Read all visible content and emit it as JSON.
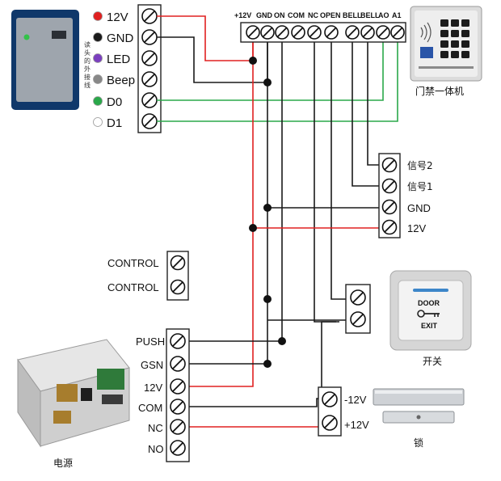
{
  "reader": {
    "pins": [
      {
        "label": "12V",
        "color": "#e02020"
      },
      {
        "label": "GND",
        "color": "#1a1a1a"
      },
      {
        "label": "LED",
        "color": "#7b3fbf"
      },
      {
        "label": "Beep",
        "color": "#888888"
      },
      {
        "label": "D0",
        "color": "#2aa84a"
      },
      {
        "label": "D1",
        "color": "#ffffff"
      }
    ],
    "side_note": "读头的外接线"
  },
  "controller": {
    "terminals": [
      "+12V",
      "GND",
      "ON",
      "COM",
      "NC",
      "OPEN",
      "BELL",
      "BELL",
      "AO",
      "A1"
    ],
    "caption": "门禁一体机"
  },
  "doorbell": {
    "labels": [
      "信号2",
      "信号1",
      "GND",
      "12V"
    ]
  },
  "control_block": {
    "labels": [
      "CONTROL",
      "CONTROL"
    ]
  },
  "power_block": {
    "labels": [
      "PUSH",
      "GSN",
      "12V",
      "COM",
      "NC",
      "NO"
    ],
    "caption": "电源"
  },
  "exit_button": {
    "caption": "开关",
    "face_line1": "DOOR",
    "face_line2": "EXIT"
  },
  "lock": {
    "labels": [
      "-12V",
      "+12V"
    ],
    "caption": "锁"
  },
  "colors": {
    "red_wire": "#e02020",
    "black_wire": "#1a1a1a",
    "green_wire": "#2aa84a",
    "reader_body": "#10386a"
  }
}
